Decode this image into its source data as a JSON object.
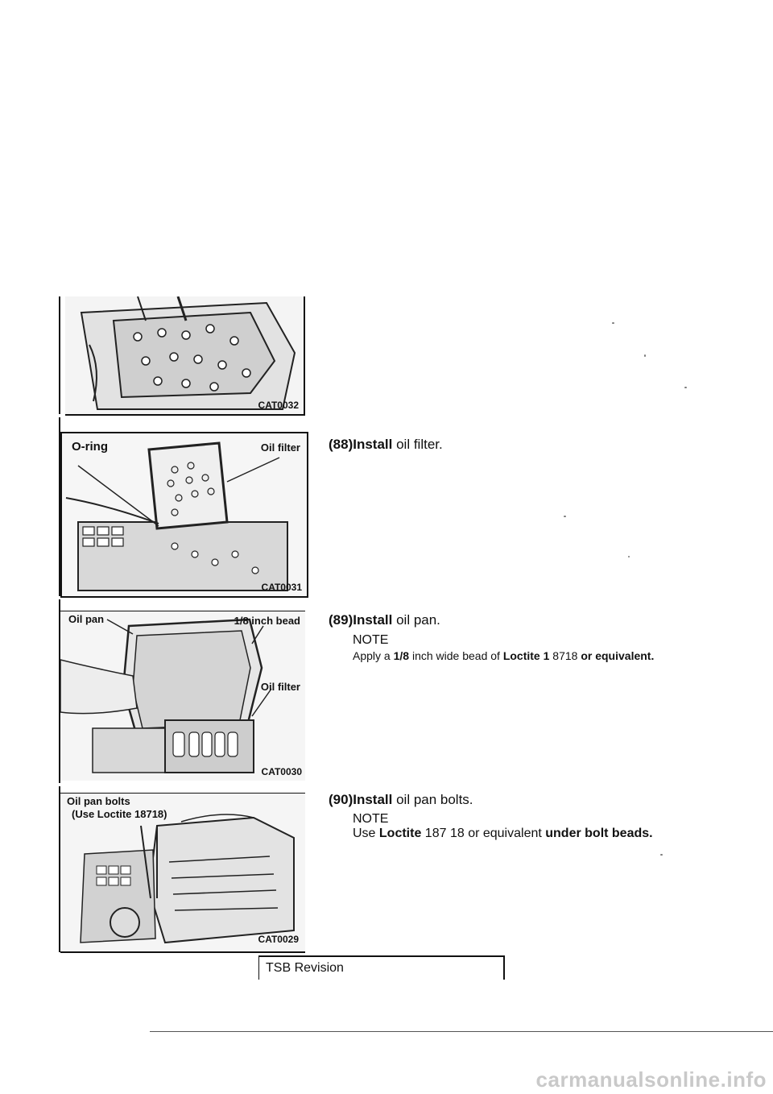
{
  "figures": [
    {
      "code": "CAT0032",
      "callouts": []
    },
    {
      "code": "CAT0031",
      "callouts": [
        "O-ring",
        "Oil filter"
      ]
    },
    {
      "code": "CAT0030",
      "callouts": [
        "Oil pan",
        "1/8 inch bead",
        "Oil filter"
      ]
    },
    {
      "code": "CAT0029",
      "callouts": [
        "Oil pan bolts",
        "(Use Loctite 18718)"
      ]
    }
  ],
  "steps": [
    {
      "num": "(88)",
      "verb": "Install",
      "text": " oil filter."
    },
    {
      "num": "(89)",
      "verb": "Install",
      "text": " oil pan.",
      "note_heading": "NOTE",
      "note": {
        "a": "Apply a ",
        "b": "1/8",
        "c": " inch wide bead of ",
        "d": "Loctite 1",
        "e": " 8718 ",
        "f": "or equivalent."
      }
    },
    {
      "num": "(90)",
      "verb": "Install",
      "text": " oil pan bolts.",
      "note_heading": "NOTE",
      "note": {
        "a": "Use ",
        "b": "Loctite",
        "c": " 187 18 or equivalent ",
        "d": "under bolt beads."
      }
    }
  ],
  "footer": {
    "revision_label": "TSB Revision"
  },
  "watermark": "carmanualsonline.info"
}
